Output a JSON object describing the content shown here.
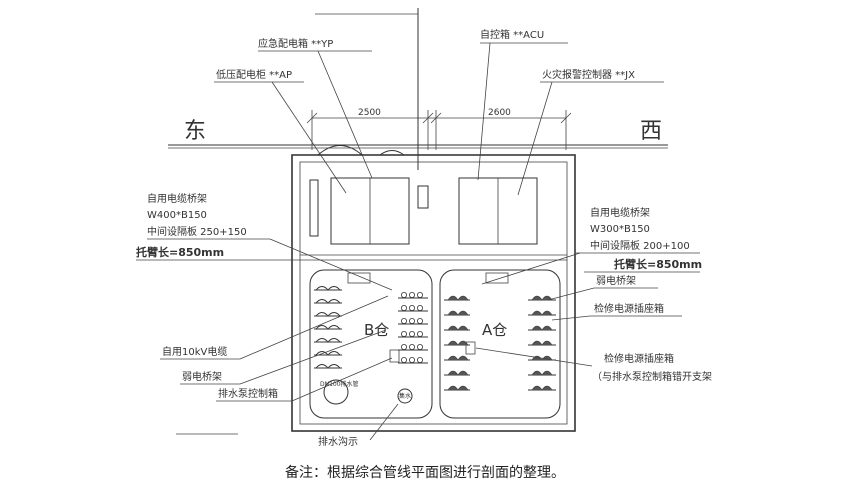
{
  "directions": {
    "east": "东",
    "west": "西"
  },
  "dimensions": {
    "left_width": "2500",
    "right_width": "2600"
  },
  "top_labels": {
    "emergency_box": "应急配电箱 **YP",
    "auto_control_box": "自控箱 **ACU",
    "low_voltage_cabinet": "低压配电柜 **AP",
    "fire_alarm_controller": "火灾报警控制器 **JX"
  },
  "left_callout": {
    "line1": "自用电缆桥架",
    "line2": "W400*B150",
    "line3": "中间设隔板 250+150",
    "bracket": "托臂长=850mm"
  },
  "right_callout": {
    "line1": "自用电缆桥架",
    "line2": "W300*B150",
    "line3": "中间设隔板 200+100",
    "bracket": "托臂长=850mm",
    "weak_tray": "弱电桥架"
  },
  "left_bottom_labels": {
    "cable_10kv": "自用10kV电缆",
    "weak_tray": "弱电桥架",
    "pump_box": "排水泵控制箱",
    "bottom_cut": "排水沟示"
  },
  "right_bottom_labels": {
    "socket_box_1": "检修电源插座箱",
    "socket_box_2": "检修电源插座箱",
    "socket_box_2_note": "（与排水泵控制箱错开支架"
  },
  "rooms": {
    "b": "B仓",
    "a": "A仓"
  },
  "equipment": {
    "left_pit": "DN100排水管",
    "right_pit": "集水"
  },
  "caption": "备注：根据综合管线平面图进行剖面的整理。"
}
